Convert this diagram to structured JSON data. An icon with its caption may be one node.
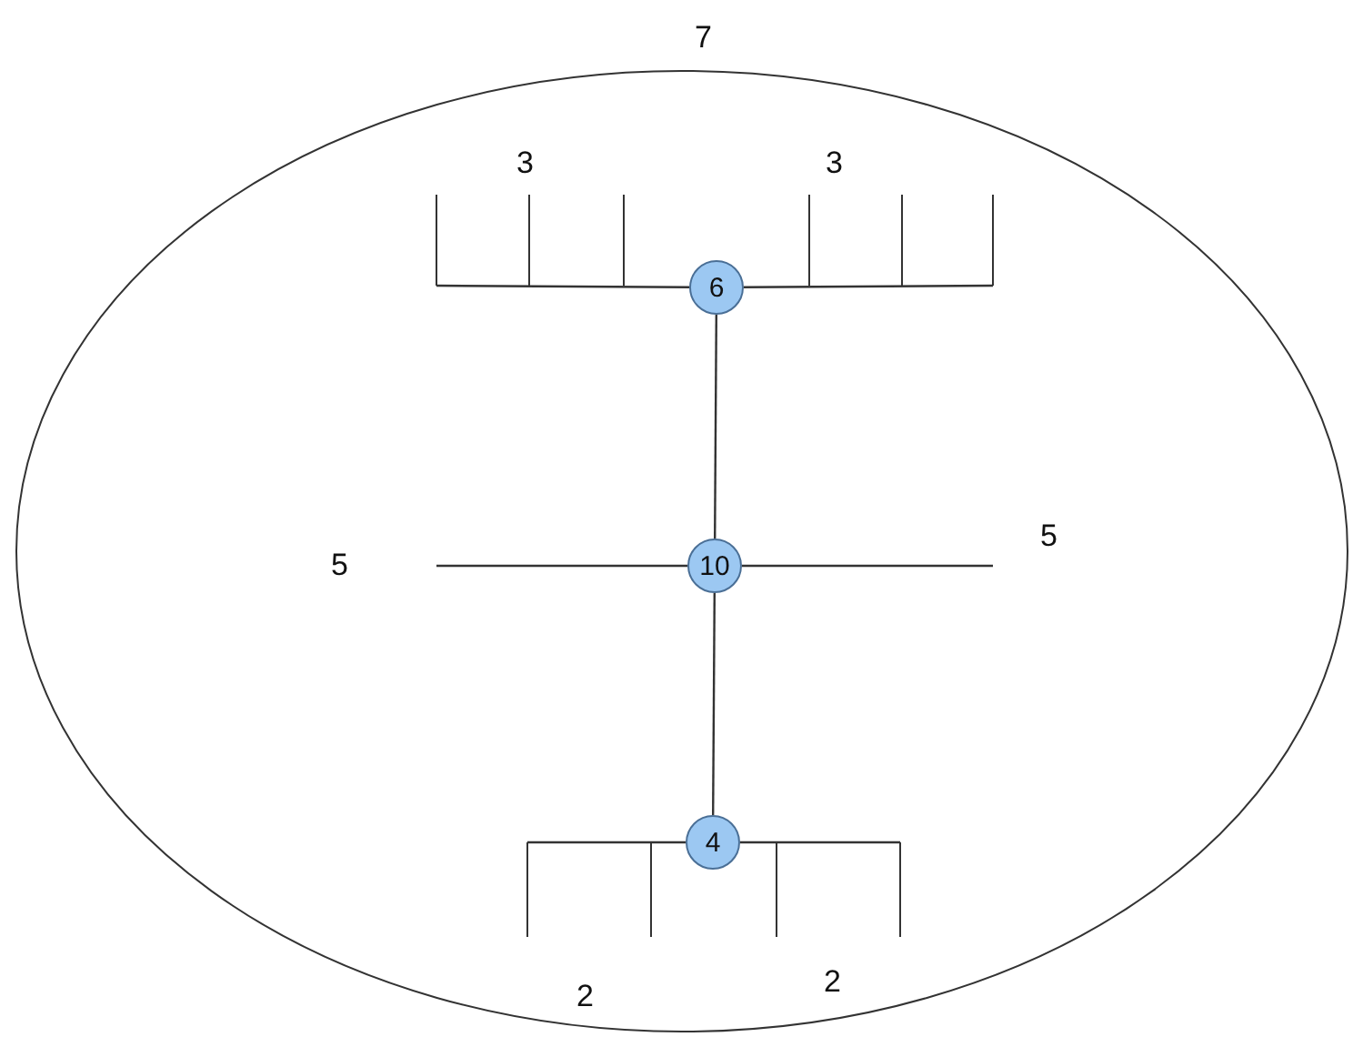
{
  "diagram": {
    "nodes": [
      {
        "text": [
          "7"
        ]
      },
      {
        "text": [
          "6"
        ],
        "in": 0
      },
      {
        "text": [
          "10"
        ],
        "in": 0
      },
      {
        "text": [
          "4"
        ],
        "in": 0
      }
    ],
    "edges": [
      {
        "from": 1,
        "to": 2,
        "arrow": "none"
      },
      {
        "from": 2,
        "to": 3,
        "arrow": "none"
      },
      {
        "from": 2,
        "to": null,
        "arrow": "none"
      },
      {
        "from": 2,
        "to": null,
        "arrow": "none"
      },
      {
        "from": 1,
        "to": null,
        "arrow": "none"
      },
      {
        "from": 1,
        "to": null,
        "arrow": "none"
      },
      {
        "from": 3,
        "to": null,
        "arrow": "none"
      },
      {
        "from": 3,
        "to": null,
        "arrow": "none"
      }
    ],
    "labels": [
      "3",
      "3",
      "5",
      "5",
      "2",
      "2"
    ]
  }
}
